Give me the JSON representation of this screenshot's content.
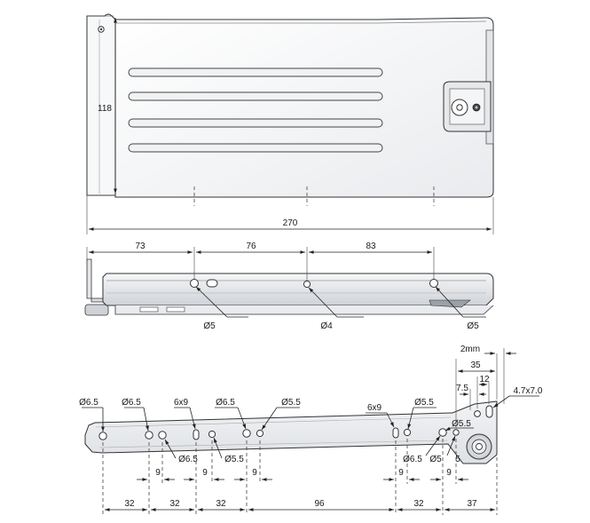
{
  "views": {
    "side_view": {
      "height_label": "118",
      "length_label": "270"
    },
    "rail_view": {
      "spacing_labels": [
        "73",
        "76",
        "83"
      ],
      "hole_labels": [
        "Ø5",
        "Ø4",
        "Ø5"
      ]
    },
    "runner_view": {
      "top_labels": [
        "Ø6.5",
        "Ø6.5",
        "6x9",
        "Ø6.5",
        "Ø5.5",
        "6x9",
        "Ø5.5",
        "Ø5.5"
      ],
      "bottom_labels": [
        "Ø6.5",
        "Ø5.5",
        "Ø6.5",
        "Ø5",
        "5"
      ],
      "offset_labels": [
        "9",
        "9",
        "9",
        "9",
        "9"
      ],
      "spacing_labels": [
        "32",
        "32",
        "32",
        "96",
        "32",
        "37"
      ],
      "right_dims": [
        "2mm",
        "35",
        "7.5",
        "12",
        "4.7x7.0"
      ]
    }
  }
}
